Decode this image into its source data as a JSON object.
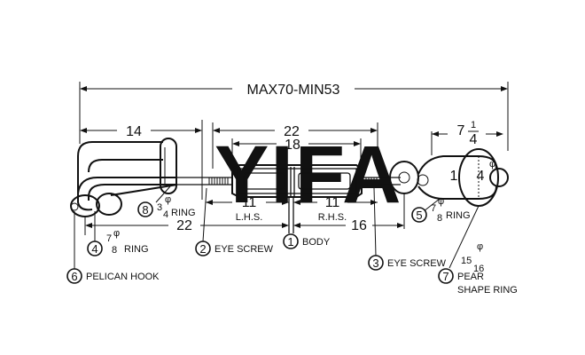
{
  "watermark": "YIFA",
  "dimensions": {
    "overall": "MAX70-MIN53",
    "hook_length": "14",
    "body_length": "22",
    "body_inner": "18",
    "lhs_length": "11",
    "lhs_label": "L.H.S.",
    "rhs_length": "11",
    "rhs_label": "R.H.S.",
    "lower_left": "22",
    "lower_right": "16",
    "pear_width_whole": "7",
    "pear_width_num": "1",
    "pear_width_den": "4",
    "pear_inner_whole": "4",
    "pear_inner_symbol": "φ",
    "eye_inner": "1"
  },
  "parts": [
    {
      "num": "1",
      "name": "BODY"
    },
    {
      "num": "2",
      "name": "EYE SCREW"
    },
    {
      "num": "3",
      "name": "EYE SCREW"
    },
    {
      "num": "4",
      "name": "RING",
      "frac_num": "7",
      "frac_den": "8",
      "symbol": "φ"
    },
    {
      "num": "5",
      "name": "RING",
      "frac_num": "7",
      "frac_den": "8",
      "symbol": "φ"
    },
    {
      "num": "6",
      "name": "PELICAN HOOK"
    },
    {
      "num": "7",
      "name": "PEAR",
      "name2": "SHAPE RING",
      "frac_num": "15",
      "frac_den": "16",
      "symbol": "φ"
    },
    {
      "num": "8",
      "name": "RING",
      "frac_num": "3",
      "frac_den": "4",
      "symbol": "φ"
    }
  ]
}
